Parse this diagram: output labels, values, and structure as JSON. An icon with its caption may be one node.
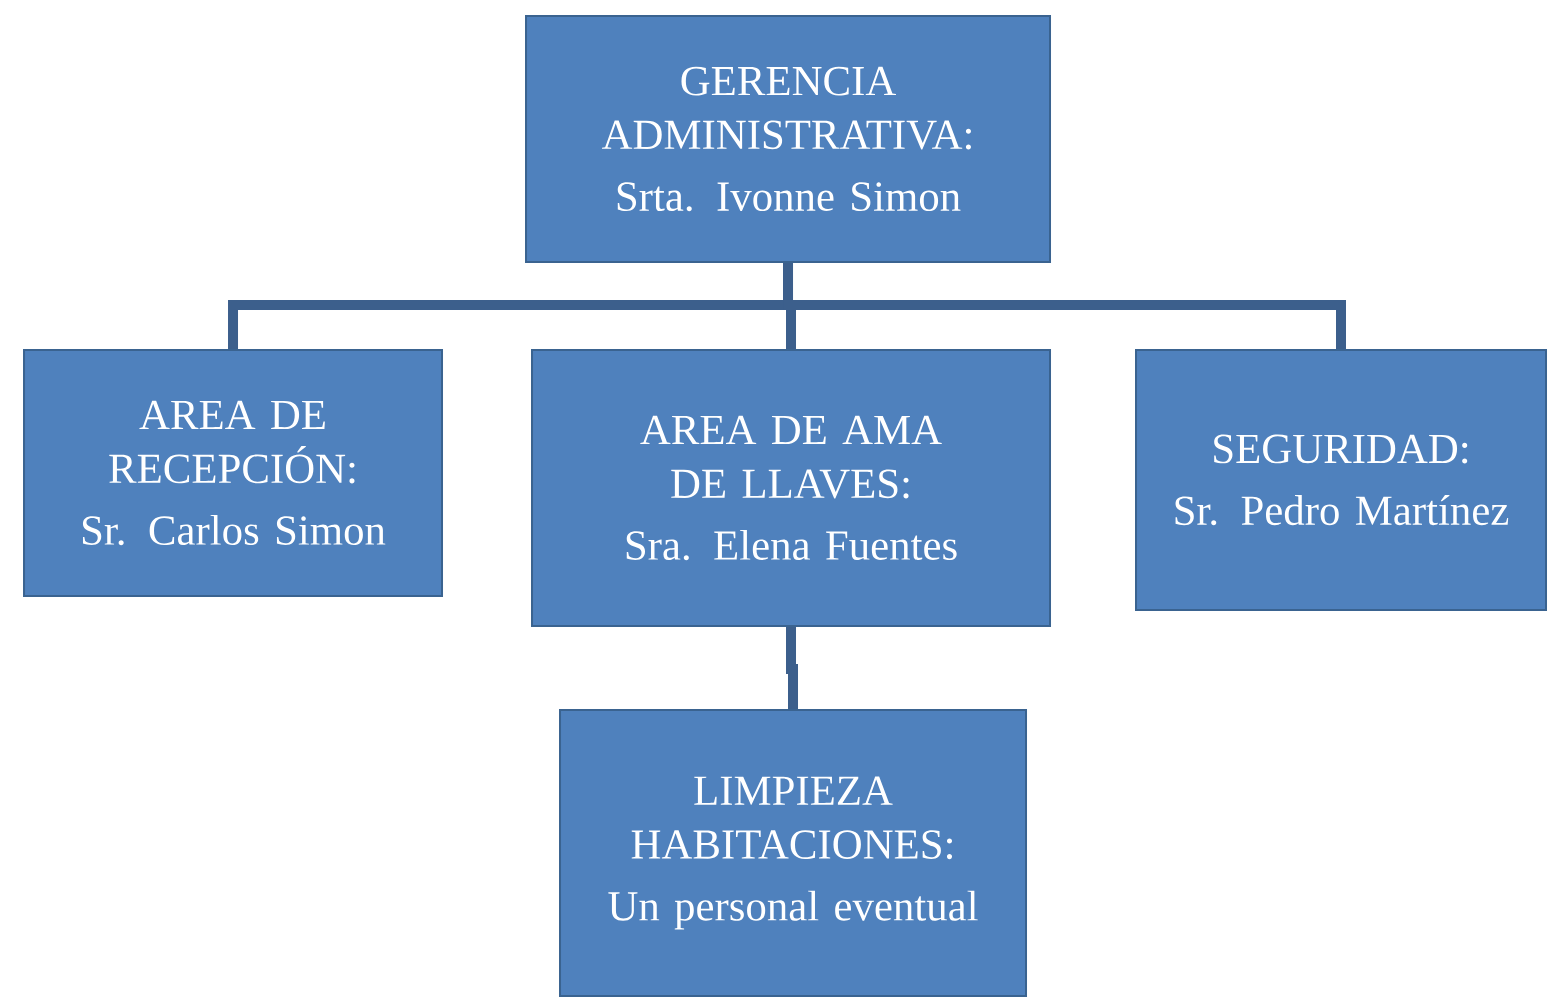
{
  "diagram": {
    "nodes": [
      {
        "text": [
          "GERENCIA ADMINISTRATIVA:",
          "Srta. Ivonne Simon"
        ]
      },
      {
        "text": [
          "AREA DE RECEPCIÓN:",
          "Sr. Carlos Simon"
        ]
      },
      {
        "text": [
          "AREA DE AMA DE LLAVES:",
          "Sra. Elena Fuentes"
        ]
      },
      {
        "text": [
          "SEGURIDAD:",
          "Sr. Pedro Martínez"
        ]
      },
      {
        "text": [
          "LIMPIEZA HABITACIONES:",
          "Un personal eventual"
        ]
      }
    ],
    "edges": [
      {
        "from": 0,
        "to": 1,
        "arrow": "none"
      },
      {
        "from": 0,
        "to": 2,
        "arrow": "none"
      },
      {
        "from": 0,
        "to": 3,
        "arrow": "none"
      },
      {
        "from": 2,
        "to": 4,
        "arrow": "none"
      }
    ]
  }
}
